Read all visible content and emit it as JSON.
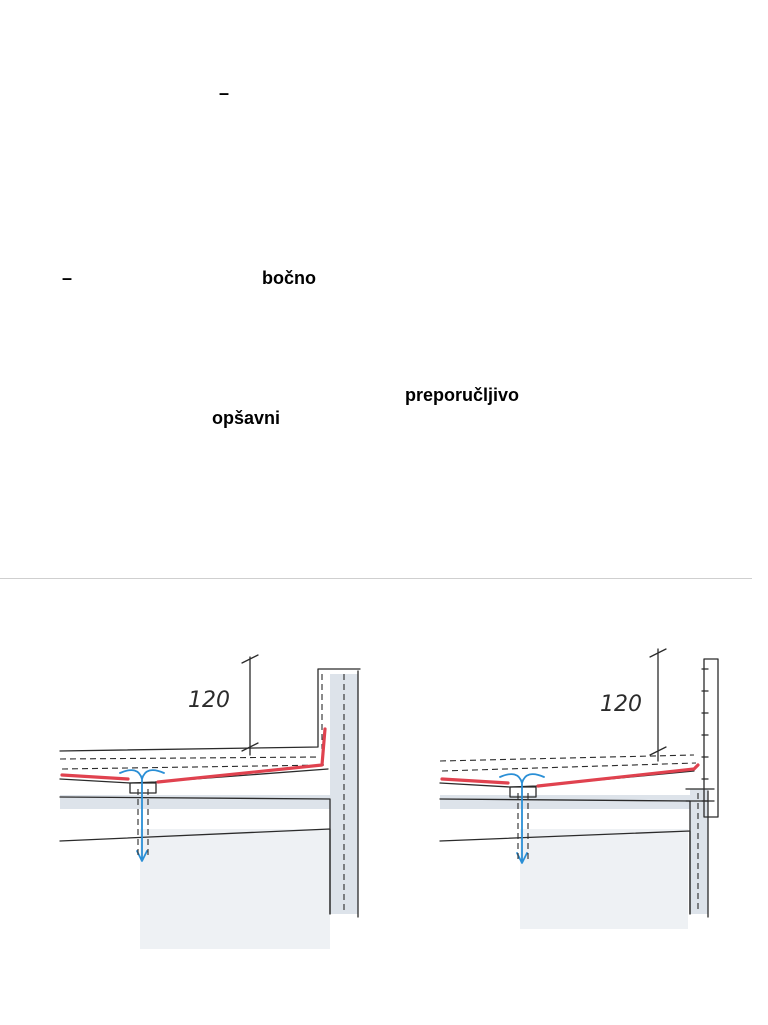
{
  "text": {
    "dash_1": "–",
    "dash_2": "–",
    "bocno": "bočno",
    "preporucljivo": "preporučljivo",
    "opsavni": "opšavni"
  },
  "sketches": {
    "left_dimension": "120",
    "right_dimension": "120"
  },
  "colors": {
    "membrane": "#e0424f",
    "water": "#2a8fd6",
    "ink": "#2b2b2b"
  }
}
